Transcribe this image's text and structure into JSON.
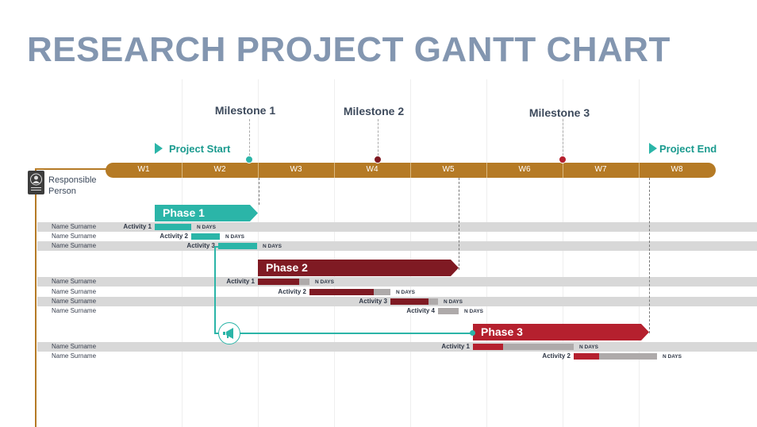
{
  "title": "RESEARCH PROJECT GANTT CHART",
  "colors": {
    "timeline": "#b57a25",
    "phase1": "#2bb5a8",
    "phase2": "#7f1a23",
    "phase3": "#b5202e",
    "remaining": "#aeaaaa",
    "title": "#8396b0"
  },
  "timeline": {
    "weeks": [
      "W1",
      "W2",
      "W3",
      "W4",
      "W5",
      "W6",
      "W7",
      "W8"
    ],
    "start_label": "Project Start",
    "end_label": "Project End"
  },
  "milestones": [
    {
      "label": "Milestone 1"
    },
    {
      "label": "Milestone 2"
    },
    {
      "label": "Milestone 3"
    }
  ],
  "responsible": {
    "label_line1": "Responsible",
    "label_line2": "Person",
    "icon": "id-badge-icon"
  },
  "chart_data": {
    "type": "gantt",
    "phases": [
      {
        "name": "Phase 1",
        "activities": [
          {
            "name": "Activity 1",
            "person": "Name Surname",
            "duration": "N DAYS"
          },
          {
            "name": "Activity 2",
            "person": "Name Surname",
            "duration": "N DAYS"
          },
          {
            "name": "Activity 3",
            "person": "Name Surname",
            "duration": "N DAYS"
          }
        ]
      },
      {
        "name": "Phase 2",
        "activities": [
          {
            "name": "Activity 1",
            "person": "Name Surname",
            "duration": "N DAYS"
          },
          {
            "name": "Activity 2",
            "person": "Name Surname",
            "duration": "N DAYS"
          },
          {
            "name": "Activity 3",
            "person": "Name Surname",
            "duration": "N DAYS"
          },
          {
            "name": "Activity 4",
            "person": "Name Surname",
            "duration": "N DAYS"
          }
        ]
      },
      {
        "name": "Phase 3",
        "activities": [
          {
            "name": "Activity 1",
            "person": "Name Surname",
            "duration": "N DAYS"
          },
          {
            "name": "Activity 2",
            "person": "Name Surname",
            "duration": "N DAYS"
          }
        ]
      }
    ]
  },
  "megaphone_icon": "megaphone-icon"
}
